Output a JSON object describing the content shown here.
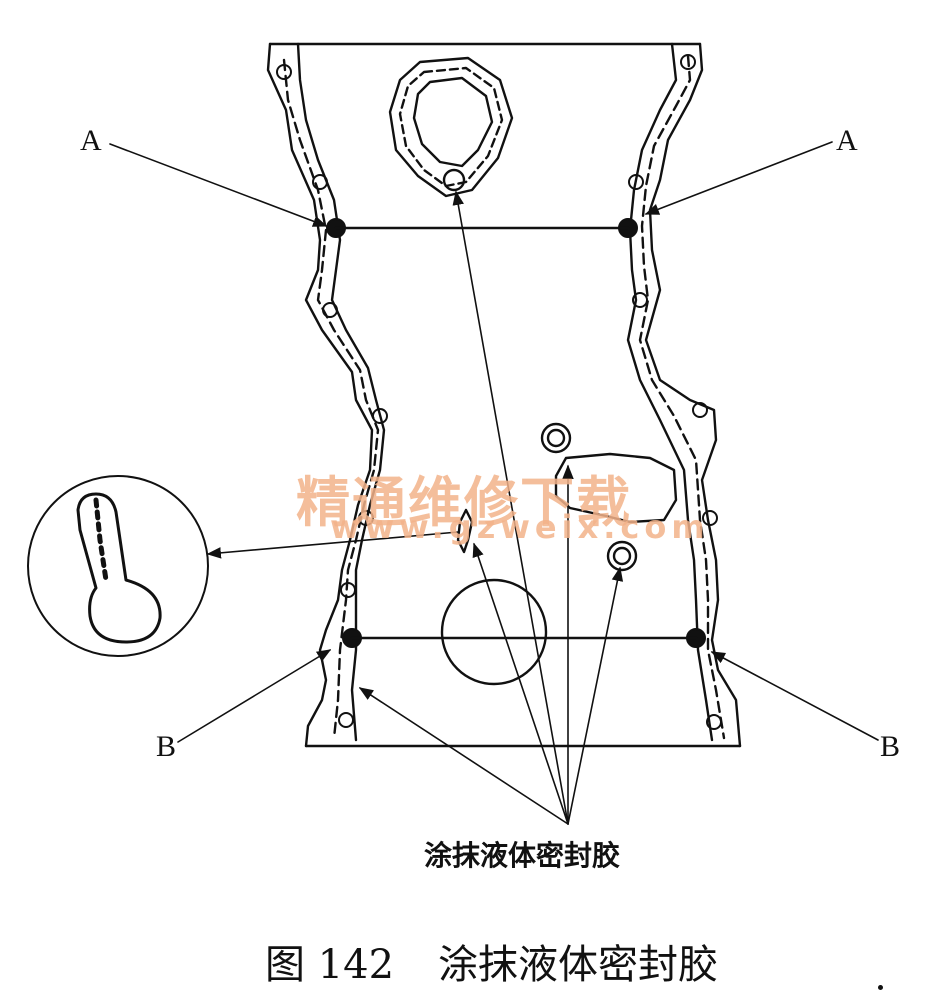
{
  "labels": {
    "a_left": "A",
    "a_right": "A",
    "b_left": "B",
    "b_right": "B",
    "callout": "涂抹液体密封胶"
  },
  "caption": {
    "number": "图 142",
    "text": "涂抹液体密封胶"
  },
  "watermark": {
    "chinese": "精通维修下载",
    "url": "www.gzweix.com",
    "color": "#f3b38a"
  },
  "colors": {
    "ink": "#111111",
    "background": "#ffffff"
  }
}
